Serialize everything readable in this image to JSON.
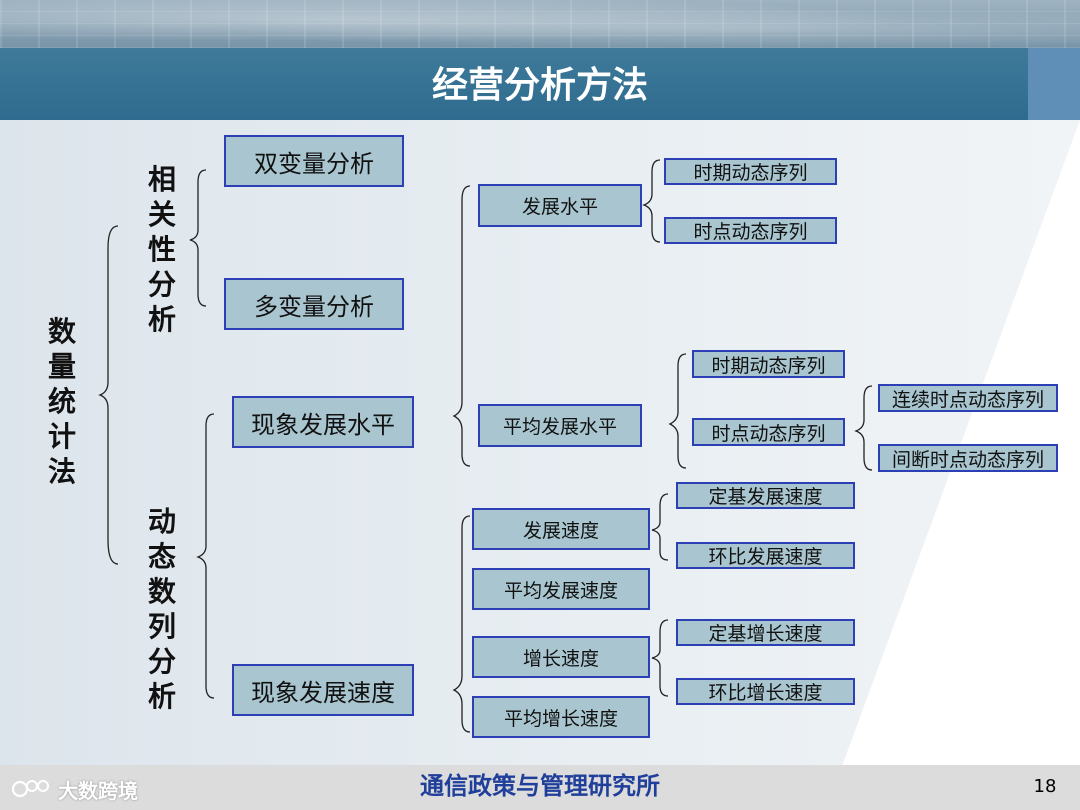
{
  "title": "经营分析方法",
  "footer": {
    "organization": "通信政策与管理研究所",
    "page_number": "18",
    "watermark": "大数跨境"
  },
  "tree": {
    "root": "数量统计法",
    "branches": [
      {
        "label": "相关性分析",
        "items": [
          "双变量分析",
          "多变量分析"
        ]
      },
      {
        "label": "动态数列分析",
        "items": [
          {
            "label": "现象发展水平",
            "children": [
              {
                "label": "发展水平",
                "children": [
                  "时期动态序列",
                  "时点动态序列"
                ]
              },
              {
                "label": "平均发展水平",
                "children": [
                  {
                    "label": "时期动态序列"
                  },
                  {
                    "label": "时点动态序列",
                    "children": [
                      "连续时点动态序列",
                      "间断时点动态序列"
                    ]
                  }
                ]
              }
            ]
          },
          {
            "label": "现象发展速度",
            "children": [
              {
                "label": "发展速度",
                "children": [
                  "定基发展速度",
                  "环比发展速度"
                ]
              },
              {
                "label": "平均发展速度"
              },
              {
                "label": "增长速度",
                "children": [
                  "定基增长速度",
                  "环比增长速度"
                ]
              },
              {
                "label": "平均增长速度"
              }
            ]
          }
        ]
      }
    ]
  },
  "colors": {
    "box_fill": "#a9c6d0",
    "box_border": "#2c3fb5",
    "title_band": "#2e6b8e",
    "footer_text": "#1f3f9a"
  }
}
